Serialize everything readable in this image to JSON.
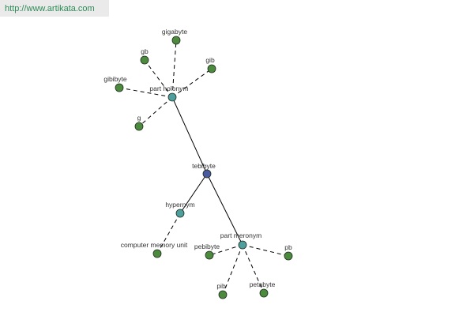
{
  "header": {
    "url": "http://www.artikata.com"
  },
  "colors": {
    "central": "#4a5aa0",
    "relation": "#4f9e9e",
    "leaf": "#4c8a3e",
    "link": "#2e8b57"
  },
  "nodes": {
    "tebibyte": {
      "label": "tebibyte",
      "kind": "central"
    },
    "part_holonym": {
      "label": "part holonym",
      "kind": "relation"
    },
    "hypernym": {
      "label": "hypernym",
      "kind": "relation"
    },
    "part_meronym": {
      "label": "part meronym",
      "kind": "relation"
    },
    "gigabyte": {
      "label": "gigabyte",
      "kind": "leaf"
    },
    "gb": {
      "label": "gb",
      "kind": "leaf"
    },
    "gib": {
      "label": "gib",
      "kind": "leaf"
    },
    "gibibyte": {
      "label": "gibibyte",
      "kind": "leaf"
    },
    "g": {
      "label": "g",
      "kind": "leaf"
    },
    "computer_memory_unit": {
      "label": "computer memory unit",
      "kind": "leaf"
    },
    "pebibyte": {
      "label": "pebibyte",
      "kind": "leaf"
    },
    "pb": {
      "label": "pb",
      "kind": "leaf"
    },
    "pib": {
      "label": "pib",
      "kind": "leaf"
    },
    "petabyte": {
      "label": "petabyte",
      "kind": "leaf"
    }
  }
}
